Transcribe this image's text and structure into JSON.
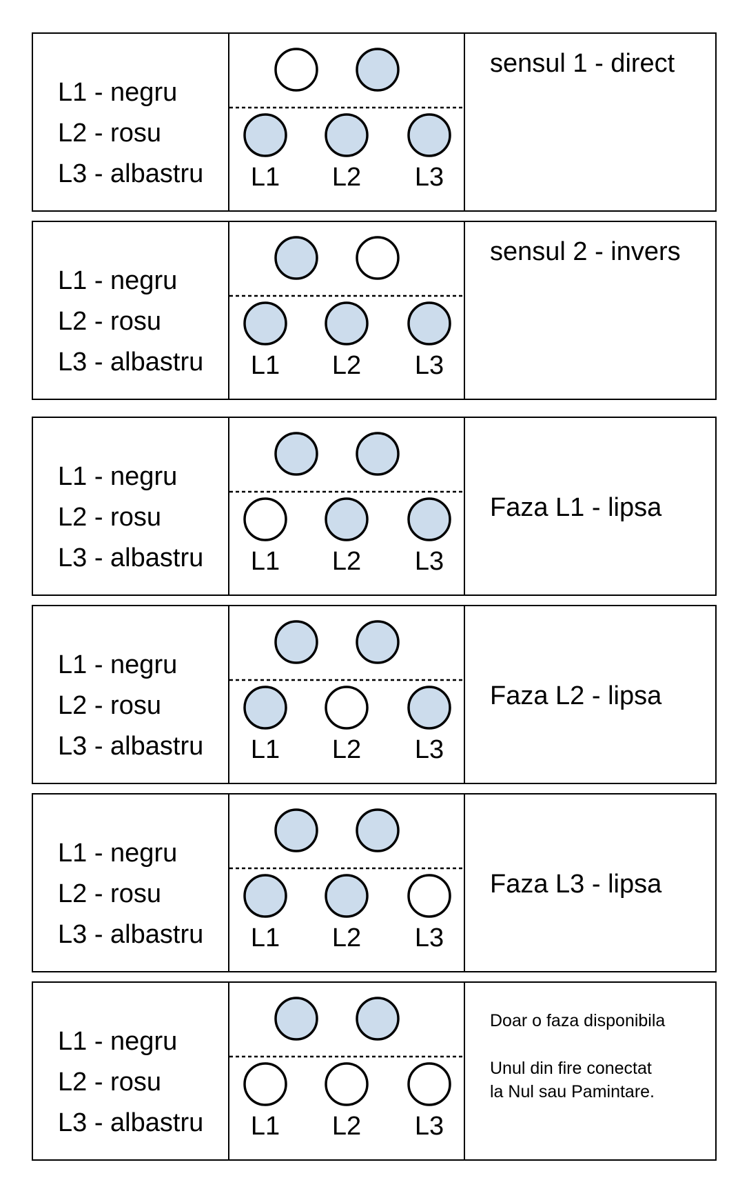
{
  "colors": {
    "led_on": "#ccdcec",
    "led_off": "#ffffff",
    "stroke": "#000000"
  },
  "legend": [
    "L1 - negru",
    "L2 - rosu",
    "L3 - albastru"
  ],
  "phase_labels": [
    "L1",
    "L2",
    "L3"
  ],
  "panels": [
    {
      "status": "sensul 1 - direct",
      "top_leds": [
        false,
        true
      ],
      "phase_leds": [
        true,
        true,
        true
      ]
    },
    {
      "status": "sensul 2 - invers",
      "top_leds": [
        true,
        false
      ],
      "phase_leds": [
        true,
        true,
        true
      ]
    },
    {
      "status": "Faza L1 - lipsa",
      "top_leds": [
        true,
        true
      ],
      "phase_leds": [
        false,
        true,
        true
      ]
    },
    {
      "status": "Faza L2 - lipsa",
      "top_leds": [
        true,
        true
      ],
      "phase_leds": [
        true,
        false,
        true
      ]
    },
    {
      "status": "Faza L3 - lipsa",
      "top_leds": [
        true,
        true
      ],
      "phase_leds": [
        true,
        true,
        false
      ]
    },
    {
      "status_lines": [
        "Doar o faza disponibila",
        "",
        "Unul din fire conectat",
        "la Nul sau Pamintare."
      ],
      "top_leds": [
        true,
        true
      ],
      "phase_leds": [
        false,
        false,
        false
      ]
    }
  ]
}
